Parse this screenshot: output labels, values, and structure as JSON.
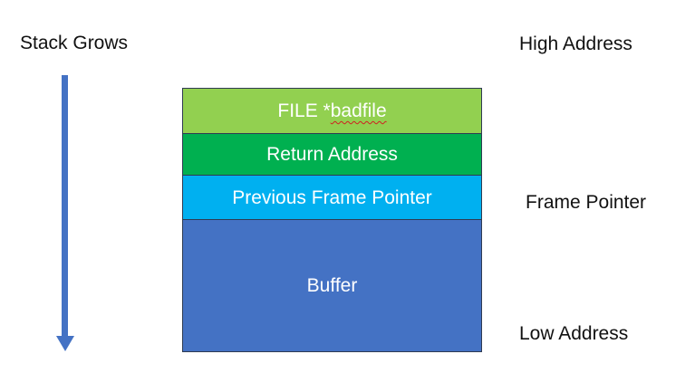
{
  "labels": {
    "stack_grows": "Stack Grows",
    "high_address": "High Address",
    "frame_pointer": "Frame Pointer",
    "low_address": "Low Address"
  },
  "stack": {
    "blocks": [
      {
        "id": "file",
        "prefix": "FILE *",
        "suffix": "badfile",
        "color": "#92d050"
      },
      {
        "id": "return",
        "label": "Return Address",
        "color": "#00b050"
      },
      {
        "id": "prev_frame",
        "label": "Previous Frame Pointer",
        "color": "#00b0f0"
      },
      {
        "id": "buffer",
        "label": "Buffer",
        "color": "#4472c4"
      }
    ]
  },
  "arrow": {
    "direction": "down",
    "color": "#4472c4"
  },
  "colors": {
    "spellcheck_underline": "#d02020",
    "outline": "#2f3b52"
  }
}
